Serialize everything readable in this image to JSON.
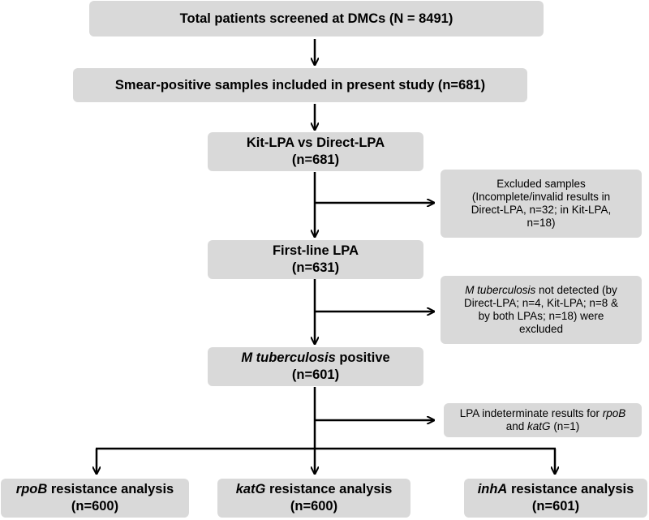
{
  "boxes": {
    "screened": {
      "lines": [
        "Total patients screened at DMCs (N = 8491)"
      ]
    },
    "smear_positive": {
      "lines": [
        "Smear-positive samples included in present study (n=681)"
      ]
    },
    "kit_vs_direct": {
      "lines": [
        "Kit-LPA vs Direct-LPA",
        "(n=681)"
      ]
    },
    "excluded": {
      "lines": [
        "Excluded samples",
        "(Incomplete/invalid results in",
        "Direct-LPA, n=32; in Kit-LPA,",
        "n=18)"
      ]
    },
    "first_line": {
      "lines": [
        "First-line LPA",
        "(n=631)"
      ]
    },
    "not_detected": {
      "line1_italic": "M tuberculosis",
      "line1_rest": " not detected (by",
      "lines": [
        "Direct-LPA; n=4, Kit-LPA; n=8 &",
        "by both LPAs; n=18) were",
        "excluded"
      ]
    },
    "mtb_positive": {
      "italic": "M tuberculosis",
      "rest": " positive",
      "count": "(n=601)"
    },
    "indeterminate": {
      "l1_text": "LPA indeterminate results for ",
      "l1_italic": "rpoB",
      "l2_text_pre": "and ",
      "l2_italic": "katG",
      "l2_text_post": " (n=1)"
    },
    "rpob": {
      "gene": "rpoB",
      "rest": " resistance analysis",
      "count": "(n=600)"
    },
    "katg": {
      "gene": "katG",
      "rest": " resistance analysis",
      "count": "(n=600)"
    },
    "inha": {
      "gene": "inhA",
      "rest": " resistance analysis",
      "count": "(n=601)"
    }
  },
  "colors": {
    "box_fill": "#d9d9d9",
    "arrow": "#000000"
  }
}
